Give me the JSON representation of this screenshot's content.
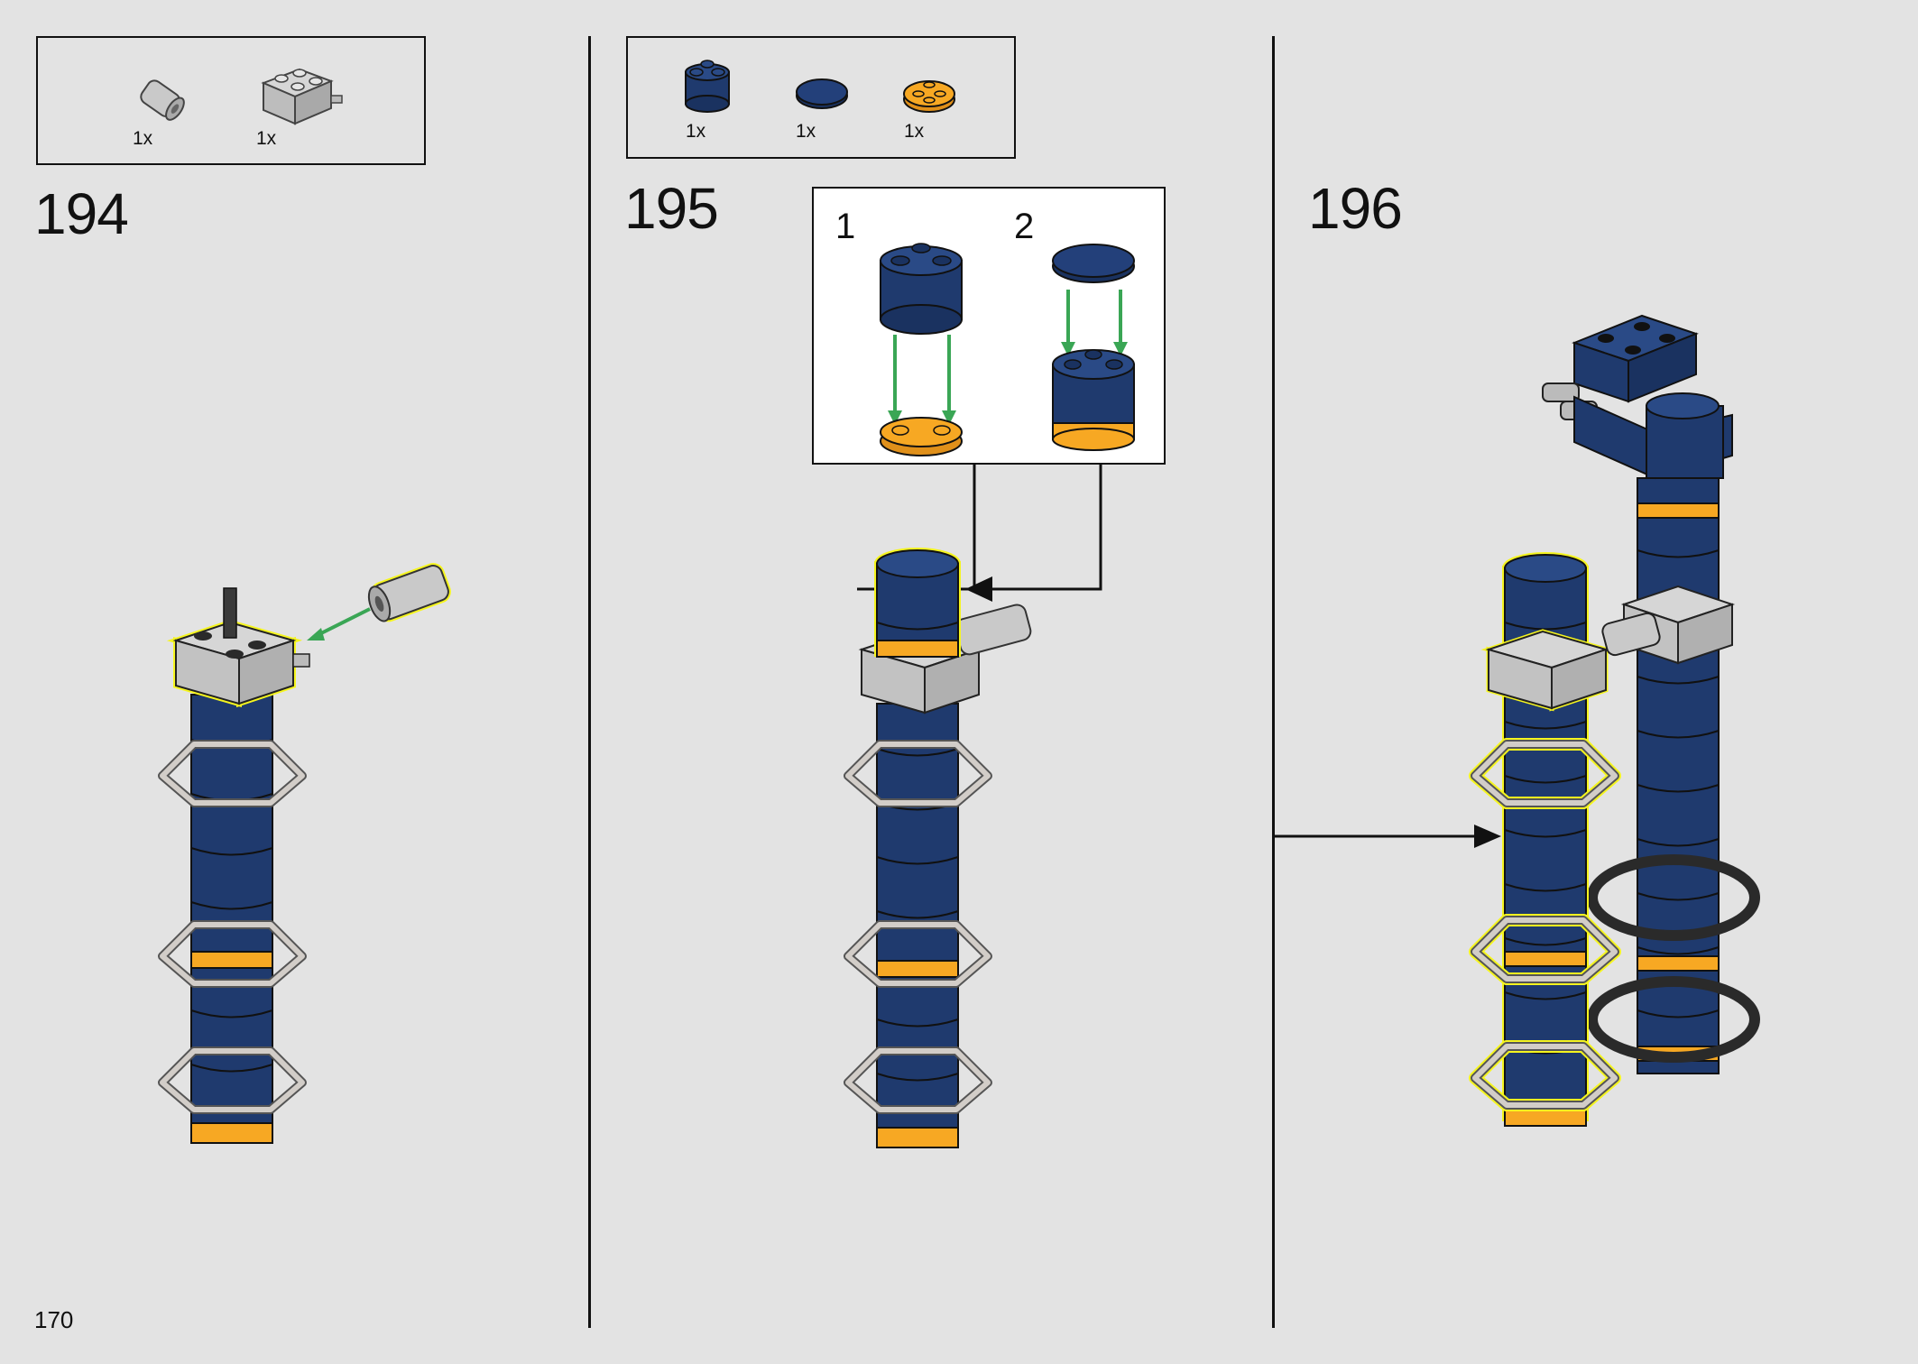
{
  "page": {
    "number": "170"
  },
  "colors": {
    "background": "#e3e3e3",
    "dark_blue": "#1f3a6e",
    "orange": "#f7a823",
    "light_gray": "#c9c9c9",
    "highlight": "#f5f51f",
    "arrow_green": "#3aa655"
  },
  "steps": [
    {
      "number": "194",
      "parts": [
        {
          "icon": "gray-connector-icon",
          "qty": "1x"
        },
        {
          "icon": "gray-brick-2x2-with-pin-icon",
          "qty": "1x"
        }
      ]
    },
    {
      "number": "195",
      "parts": [
        {
          "icon": "blue-round-brick-icon",
          "qty": "1x"
        },
        {
          "icon": "blue-round-tile-icon",
          "qty": "1x"
        },
        {
          "icon": "orange-round-plate-icon",
          "qty": "1x"
        }
      ],
      "substeps": [
        {
          "number": "1"
        },
        {
          "number": "2"
        }
      ]
    },
    {
      "number": "196"
    }
  ]
}
